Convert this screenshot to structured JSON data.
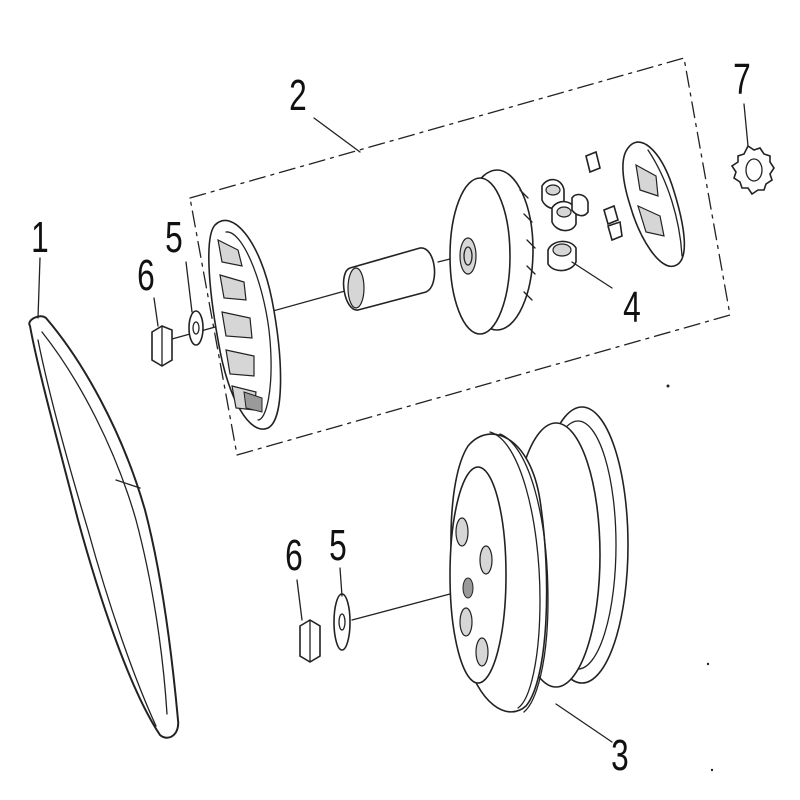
{
  "labels": {
    "part_1": "1",
    "part_2": "2",
    "part_3": "3",
    "part_4": "4",
    "part_5_upper": "5",
    "part_6_upper": "6",
    "part_5_lower": "5",
    "part_6_lower": "6",
    "part_7": "7"
  },
  "colors": {
    "line": "#222222",
    "background": "#ffffff"
  }
}
